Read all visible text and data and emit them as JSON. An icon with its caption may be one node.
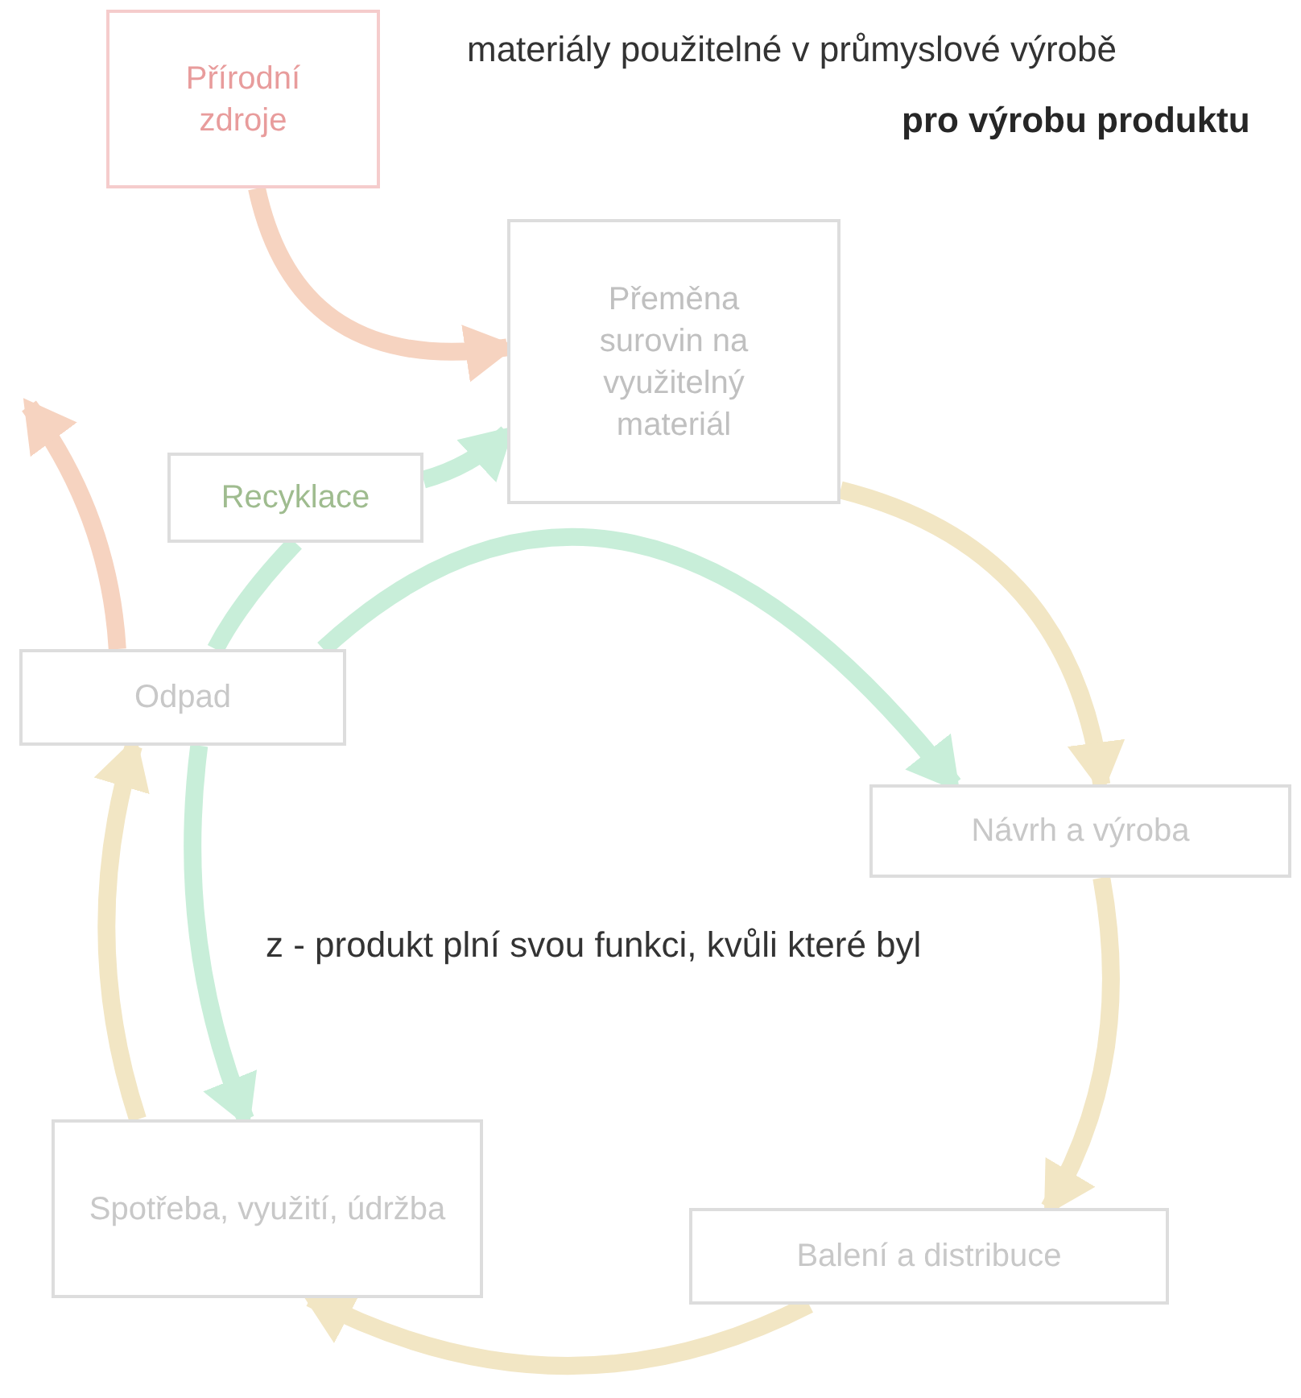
{
  "diagram": {
    "nodes": [
      {
        "text": [
          "Přírodní zdroje"
        ]
      },
      {
        "text": [
          "Přeměna surovin na využitelný materiál"
        ]
      },
      {
        "text": [
          "Recyklace"
        ]
      },
      {
        "text": [
          "Odpad"
        ]
      },
      {
        "text": [
          "Návrh a výroba"
        ]
      },
      {
        "text": [
          "Spotřeba, využití, údržba"
        ]
      },
      {
        "text": [
          "Balení a distribuce"
        ]
      }
    ],
    "edges": [
      {
        "from": 0,
        "to": 1,
        "arrow": "to",
        "color": "#f6d3c0"
      },
      {
        "from": 3,
        "to": null,
        "arrow": "to",
        "color": "#f6d3c0"
      },
      {
        "from": 3,
        "to": 2,
        "arrow": "none",
        "color": "#c8eed9"
      },
      {
        "from": 2,
        "to": 1,
        "arrow": "to",
        "color": "#c8eed9"
      },
      {
        "from": 3,
        "to": 4,
        "arrow": "to",
        "color": "#c8eed9"
      },
      {
        "from": 3,
        "to": 5,
        "arrow": "to",
        "color": "#c8eed9"
      },
      {
        "from": 1,
        "to": 4,
        "arrow": "to"
      },
      {
        "from": 4,
        "to": 6,
        "arrow": "to"
      },
      {
        "from": 6,
        "to": 5,
        "arrow": "to"
      },
      {
        "from": 5,
        "to": 3,
        "arrow": "to"
      }
    ],
    "labels": [
      "materiály použitelné v průmyslové výrobě",
      "pro výrobu produktu",
      "z - produkt plní svou funkci, kvůli které byl"
    ]
  }
}
